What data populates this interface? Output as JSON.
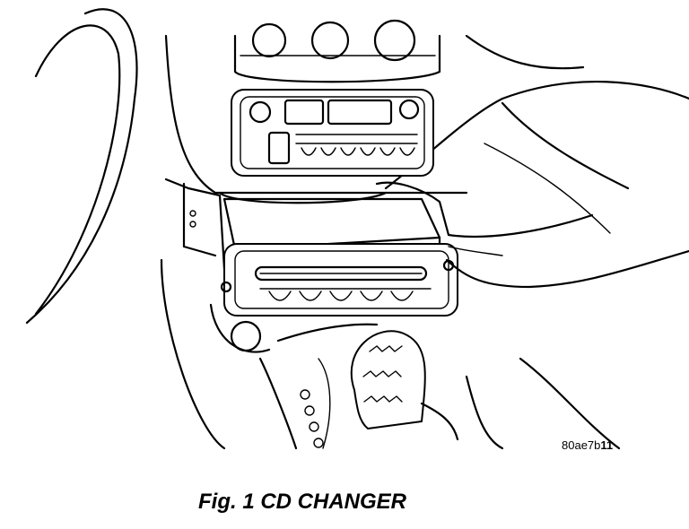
{
  "figure": {
    "code_prefix": "80ae7b",
    "code_suffix": "11",
    "caption": "Fig. 1 CD CHANGER"
  }
}
